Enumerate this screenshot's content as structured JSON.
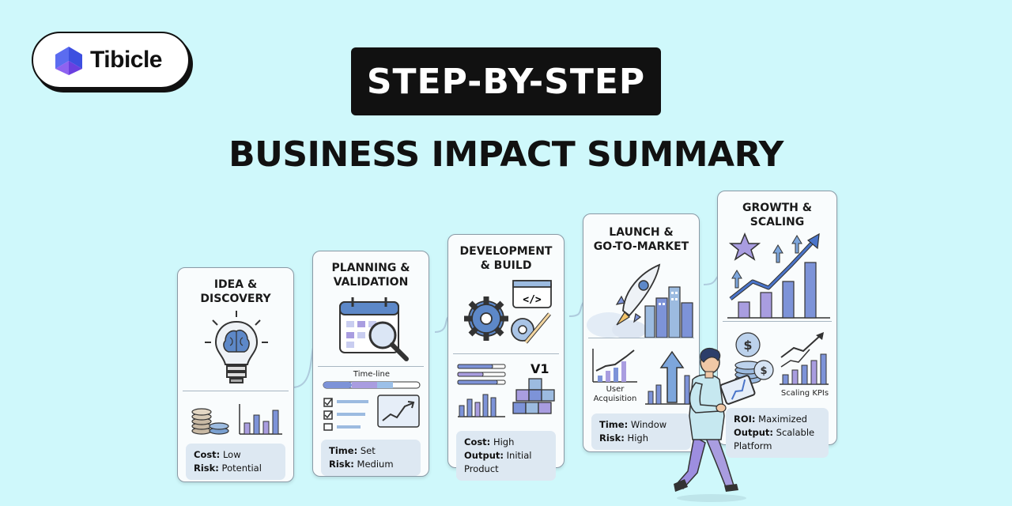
{
  "brand": {
    "name": "Tibicle"
  },
  "header": {
    "title": "STEP-BY-STEP",
    "subtitle": "BUSINESS IMPACT SUMMARY"
  },
  "steps": [
    {
      "title": "IDEA &\nDISCOVERY",
      "line1_label": "Cost:",
      "line1_value": "Low",
      "line2_label": "Risk:",
      "line2_value": "Potential"
    },
    {
      "title": "PLANNING &\nVALIDATION",
      "timeline_label": "Time-line",
      "line1_label": "Time:",
      "line1_value": "Set",
      "line2_label": "Risk:",
      "line2_value": "Medium"
    },
    {
      "title": "DEVELOPMENT\n& BUILD",
      "version_label": "V1",
      "line1_label": "Cost:",
      "line1_value": "High",
      "line2_label": "Output:",
      "line2_value": "Initial Product"
    },
    {
      "title": "LAUNCH &\nGO-TO-MARKET",
      "acquisition_label": "User\nAcquisition",
      "line1_label": "Time:",
      "line1_value": "Window",
      "line2_label": "Risk:",
      "line2_value": "High"
    },
    {
      "title": "GROWTH &\nSCALING",
      "kpi_label": "Scaling KPIs",
      "line1_label": "ROI:",
      "line1_value": "Maximized",
      "line2_label": "Output:",
      "line2_value": "Scalable Platform"
    }
  ],
  "colors": {
    "background": "#cff8fb",
    "accent_blue": "#4a74c9",
    "accent_purple": "#a99de0",
    "card_bg": "#f9fcfd"
  }
}
